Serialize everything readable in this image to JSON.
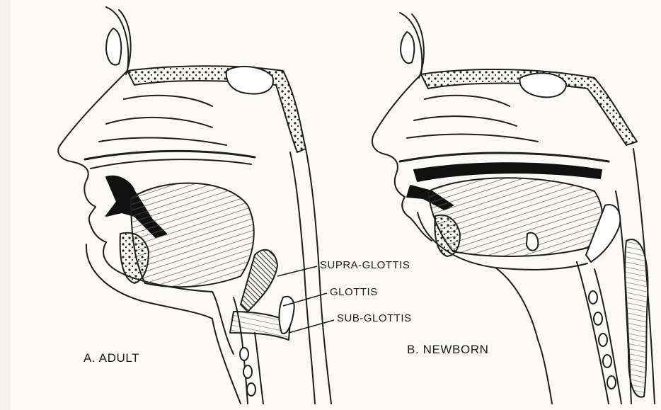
{
  "figure": {
    "labels": {
      "supra_glottis": "SUPRA-GLOTTIS",
      "glottis": "GLOTTIS",
      "sub_glottis": "SUB-GLOTTIS"
    },
    "panels": [
      {
        "id": "adult",
        "caption": "A. ADULT"
      },
      {
        "id": "newborn",
        "caption": "B. NEWBORN"
      }
    ]
  }
}
